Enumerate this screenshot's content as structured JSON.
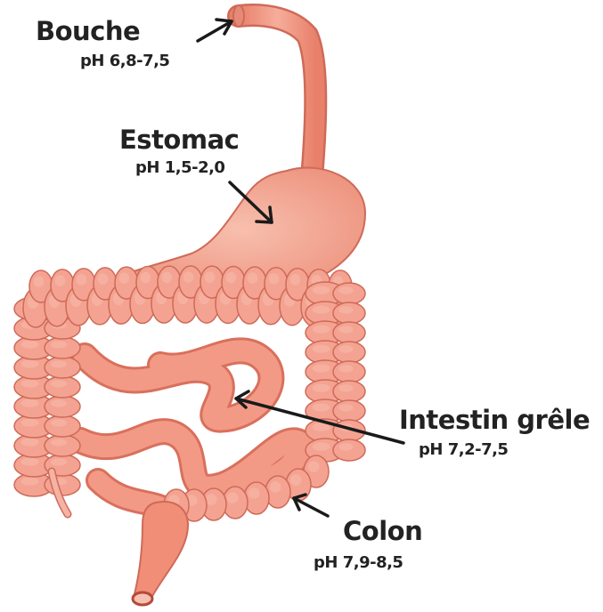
{
  "labels": {
    "mouth": {
      "name": "Bouche",
      "ph": "pH 6,8-7,5"
    },
    "stomach": {
      "name": "Estomac",
      "ph": "pH 1,5-2,0"
    },
    "small_intestine": {
      "name": "Intestin grêle",
      "ph": "pH 7,2-7,5"
    },
    "colon": {
      "name": "Colon",
      "ph": "pH 7,9-8,5"
    }
  },
  "colors": {
    "organ_fill": "#f0907c",
    "organ_light": "#f7b5a6",
    "organ_dark": "#d9705c",
    "colon_fill": "#f4a392",
    "outline": "#cf6a58",
    "label_text": "#222222"
  }
}
